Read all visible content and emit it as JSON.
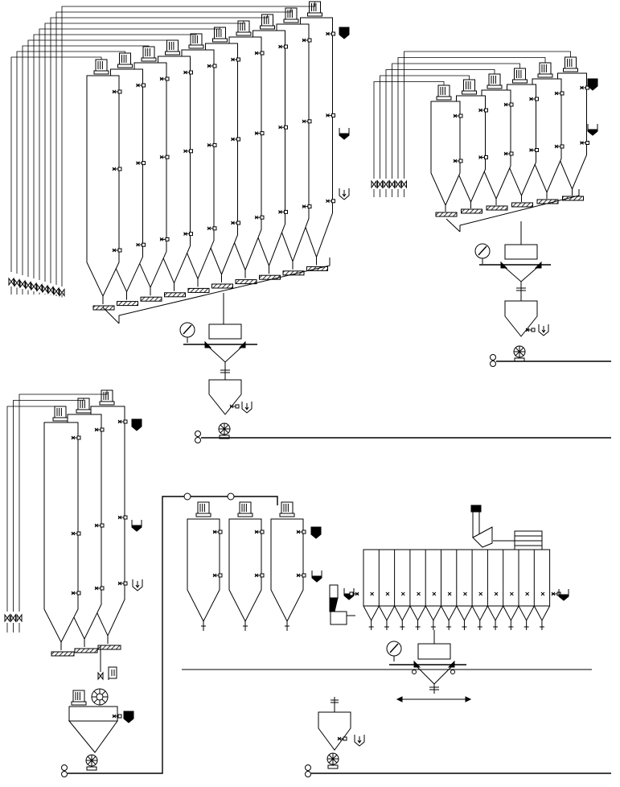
{
  "colors": {
    "line": "#000000",
    "background": "#ffffff"
  },
  "icons": [
    "motor-icon",
    "slide-valve-icon",
    "level-sensor-icon",
    "bin-level-indicator-icon",
    "scale-gauge-icon",
    "rotary-valve-icon",
    "fan-icon",
    "screw-conveyor-icon",
    "packing-machine-icon",
    "bag-stack-icon"
  ],
  "sections": [
    {
      "id": "section-a",
      "silos": 10
    },
    {
      "id": "section-b",
      "silos": 6
    },
    {
      "id": "section-c",
      "silos": 3
    },
    {
      "id": "section-d",
      "silos": 3,
      "small_bins": 12
    }
  ]
}
